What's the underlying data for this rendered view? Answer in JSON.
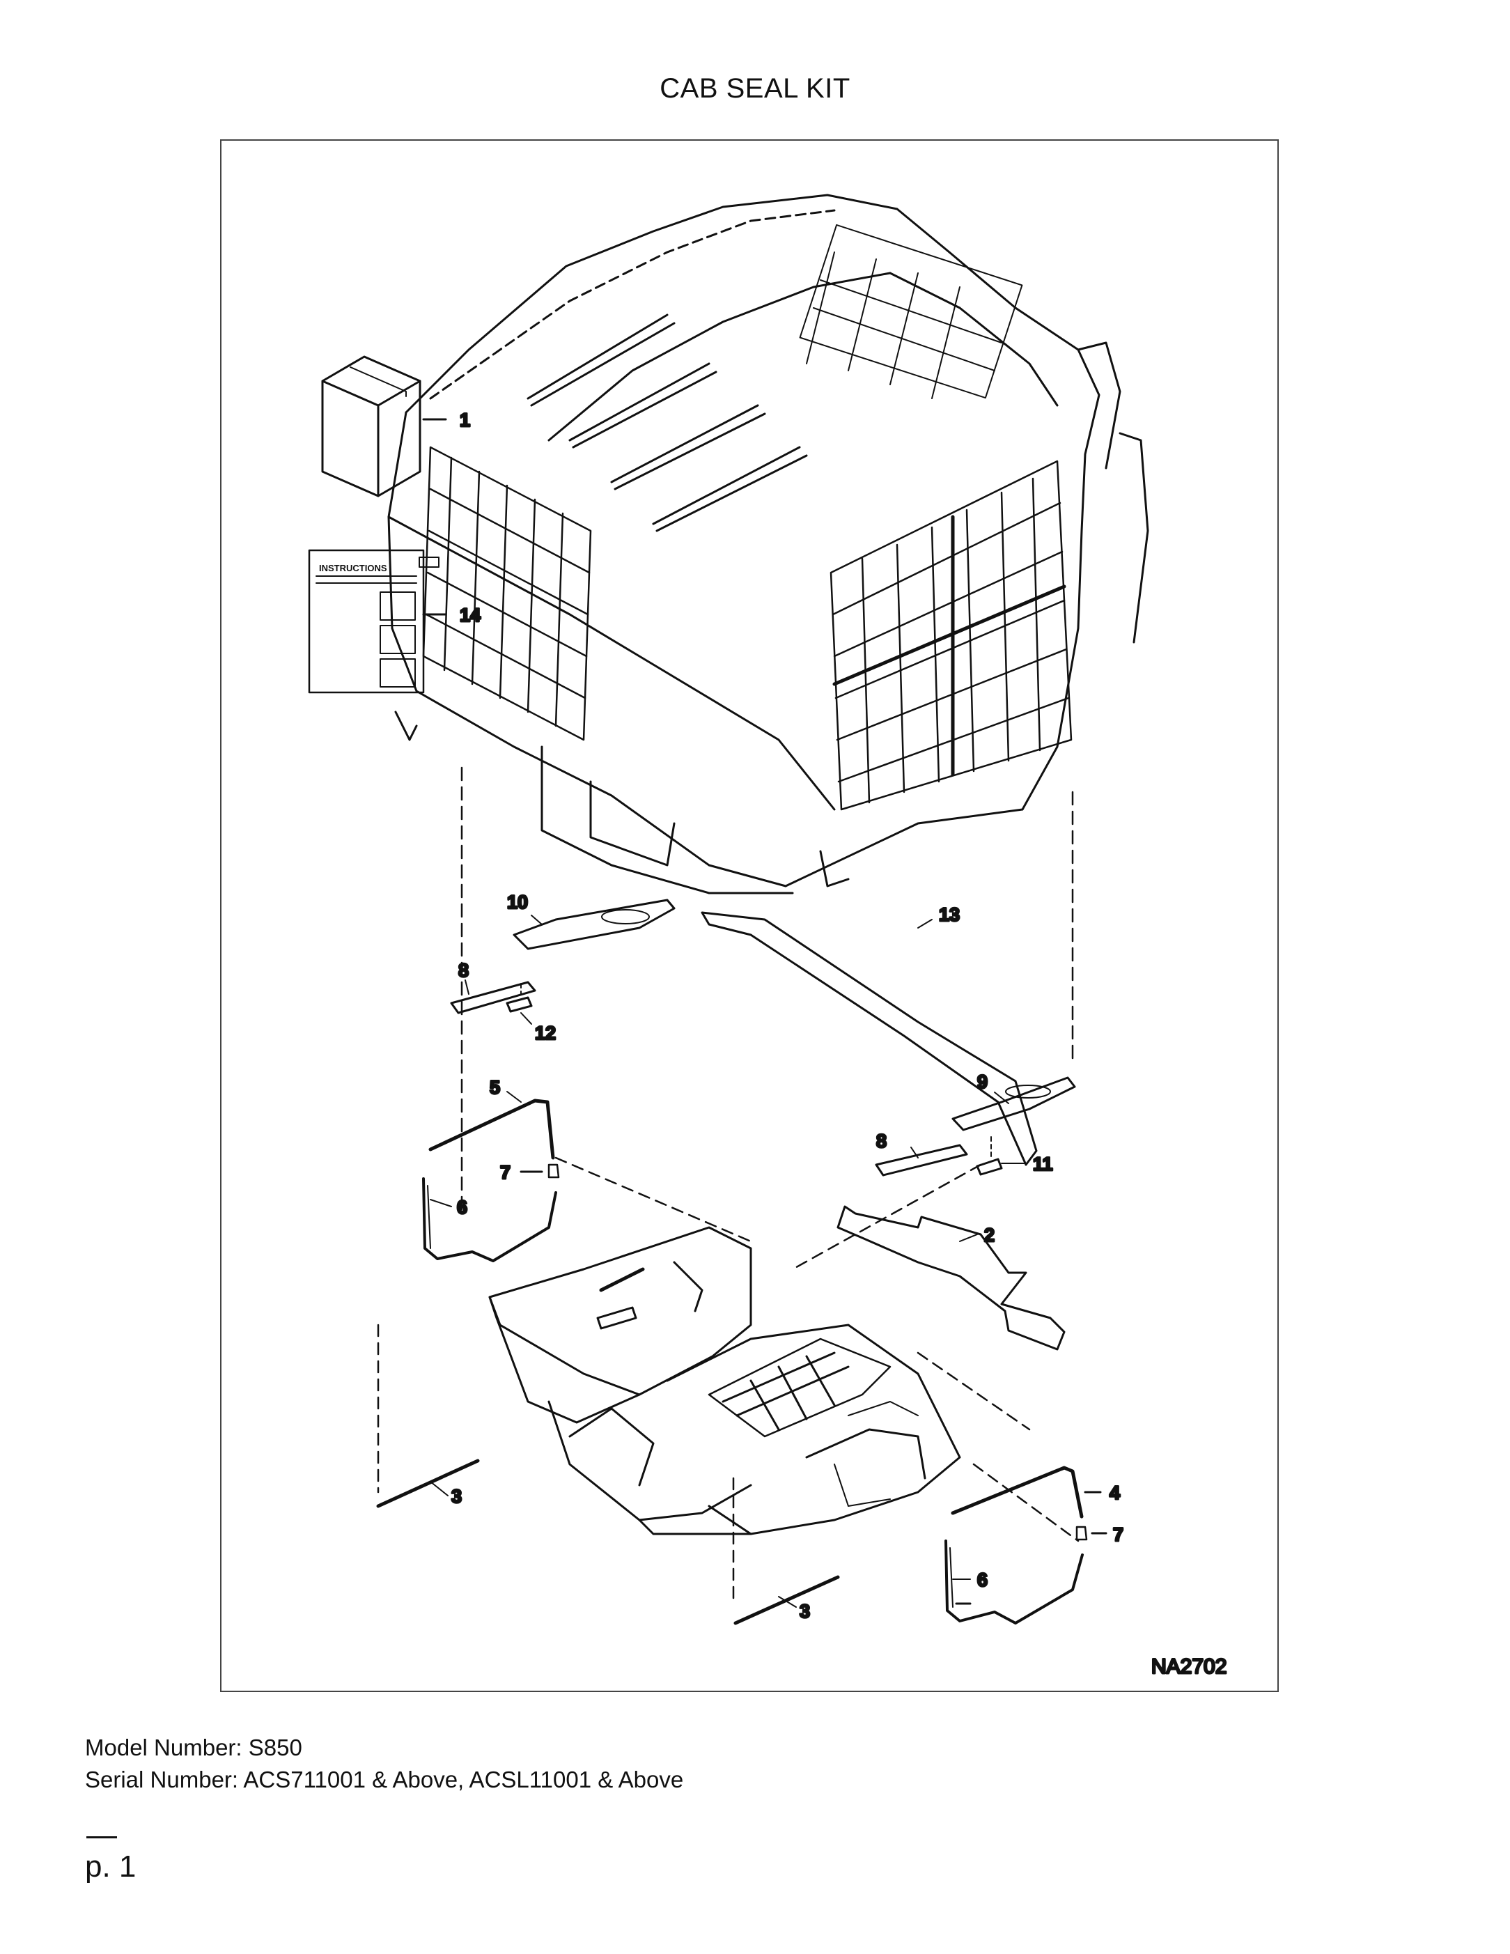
{
  "page": {
    "title": "CAB SEAL KIT",
    "model_line": "Model Number: S850",
    "serial_line": "Serial Number: ACS711001 & Above, ACSL11001 & Above",
    "page_number": "p. 1"
  },
  "diagram": {
    "drawing_code": "NA2702",
    "instructions_label": "INSTRUCTIONS",
    "callouts": {
      "c1": "1",
      "c14": "14",
      "c10": "10",
      "c13": "13",
      "c8a": "8",
      "c12": "12",
      "c9": "9",
      "c8b": "8",
      "c11": "11",
      "c5": "5",
      "c7a": "7",
      "c6a": "6",
      "c2": "2",
      "c4": "4",
      "c7b": "7",
      "c6b": "6",
      "c3a": "3",
      "c3b": "3"
    }
  }
}
